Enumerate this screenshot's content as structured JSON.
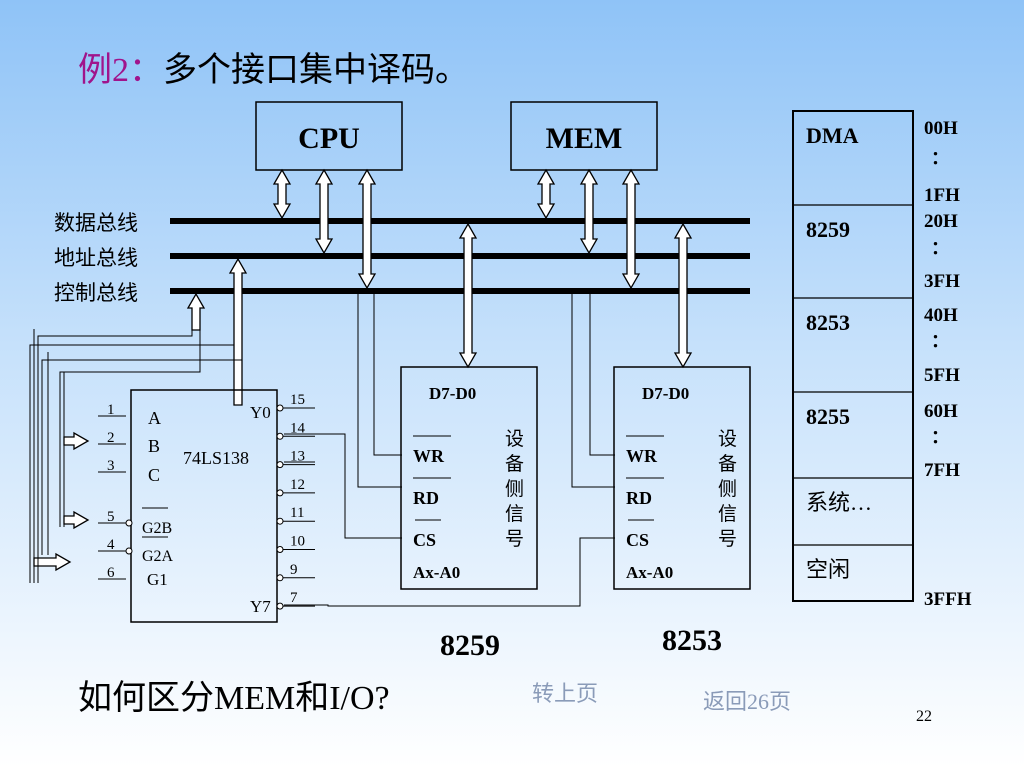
{
  "title": {
    "label": "例2：",
    "text": "多个接口集中译码。"
  },
  "boxes": {
    "cpu": "CPU",
    "mem": "MEM"
  },
  "buses": {
    "data": "数据总线",
    "address": "地址总线",
    "control": "控制总线"
  },
  "decoder": {
    "name": "74LS138",
    "inputs": [
      "A",
      "B",
      "C"
    ],
    "enables": [
      "G2B",
      "G2A",
      "G1"
    ],
    "input_pins": [
      "1",
      "2",
      "3",
      "5",
      "4",
      "6"
    ],
    "output_pins": [
      "15",
      "14",
      "13",
      "12",
      "11",
      "10",
      "9",
      "7"
    ],
    "y0": "Y0",
    "y7": "Y7"
  },
  "chips": [
    {
      "data": "D7-D0",
      "wr": "WR",
      "rd": "RD",
      "cs": "CS",
      "addr": "Ax-A0",
      "side": [
        "设",
        "备",
        "侧",
        "信",
        "号"
      ],
      "caption": "8259"
    },
    {
      "data": "D7-D0",
      "wr": "WR",
      "rd": "RD",
      "cs": "CS",
      "addr": "Ax-A0",
      "side": [
        "设",
        "备",
        "侧",
        "信",
        "号"
      ],
      "caption": "8253"
    }
  ],
  "memory_map": {
    "blocks": [
      "DMA",
      "8259",
      "8253",
      "8255",
      "系统…",
      "空闲"
    ],
    "addresses": [
      "00H",
      "：",
      "1FH",
      "20H",
      "：",
      "3FH",
      "40H",
      "：",
      "5FH",
      "60H",
      "：",
      "7FH",
      "3FFH"
    ]
  },
  "question": "如何区分MEM和I/O?",
  "links": {
    "prev": "转上页",
    "back": "返回26页"
  },
  "page_number": "22"
}
